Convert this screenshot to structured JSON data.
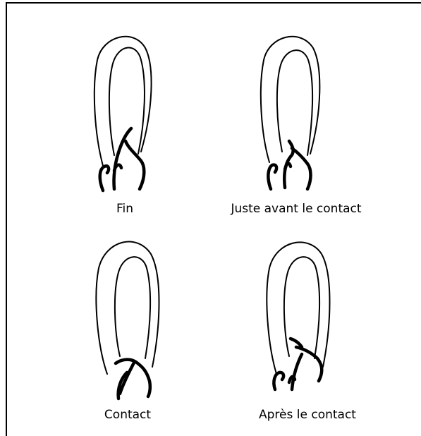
{
  "panels": [
    {
      "id": "fin",
      "caption": "Fin"
    },
    {
      "id": "juste-avant",
      "caption": "Juste avant le contact"
    },
    {
      "id": "contact",
      "caption": "Contact"
    },
    {
      "id": "apres",
      "caption": "Après le contact"
    }
  ]
}
